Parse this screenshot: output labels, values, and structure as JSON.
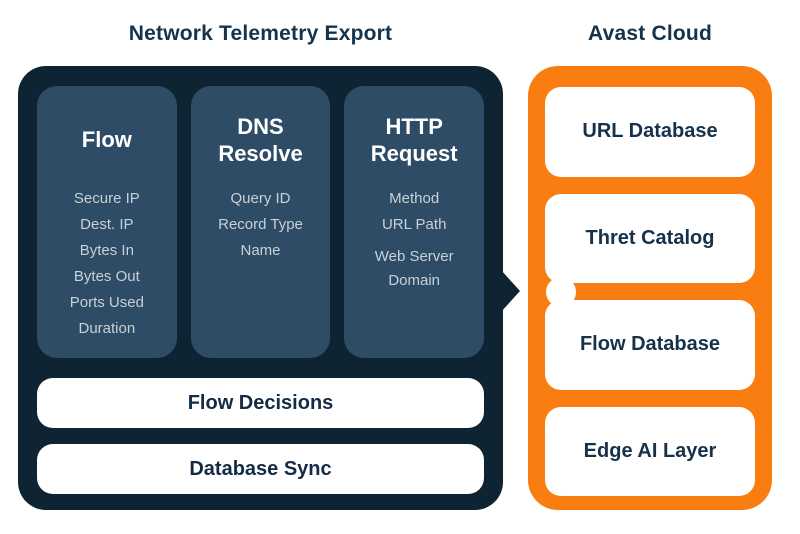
{
  "left_panel": {
    "title": "Network Telemetry Export",
    "columns": [
      {
        "header": "Flow",
        "items": [
          "Secure IP",
          "Dest. IP",
          "Bytes In",
          "Bytes Out",
          "Ports Used",
          "Duration"
        ]
      },
      {
        "header": "DNS Resolve",
        "items": [
          "Query ID",
          "Record Type",
          "Name"
        ]
      },
      {
        "header": "HTTP Request",
        "items": [
          "Method",
          "URL Path",
          "Web Server Domain"
        ]
      }
    ],
    "bars": [
      "Flow Decisions",
      "Database Sync"
    ]
  },
  "right_panel": {
    "title": "Avast Cloud",
    "boxes": [
      "URL Database",
      "Thret Catalog",
      "Flow Database",
      "Edge AI Layer"
    ]
  },
  "colors": {
    "background": "#ffffff",
    "panel_dark_navy": "#0f2433",
    "column_steel_blue": "#2e4c65",
    "panel_orange": "#fa7d12",
    "title_navy": "#15334b",
    "item_text": "#c7d1d9",
    "label_navy": "#132c44",
    "white": "#ffffff"
  }
}
